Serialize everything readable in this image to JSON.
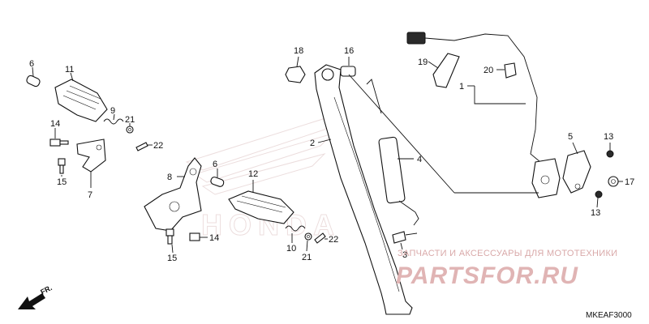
{
  "diagram": {
    "code": "MKEAF3000",
    "front_marker": "FR.",
    "watermark_caption": "ЗАПЧАСТИ И АКСЕССУАРЫ ДЛЯ МОТОТЕХНИКИ",
    "watermark_logo": "PARTSFOR.RU",
    "brand_watermark": "HONDA",
    "callouts": {
      "c6a": "6",
      "c11": "11",
      "c9": "9",
      "c21a": "21",
      "c14a": "14",
      "c22a": "22",
      "c15a": "15",
      "c7": "7",
      "c18": "18",
      "c16": "16",
      "c2": "2",
      "c4": "4",
      "c3": "3",
      "c19": "19",
      "c20": "20",
      "c1": "1",
      "c5": "5",
      "c13a": "13",
      "c17": "17",
      "c13b": "13",
      "c8": "8",
      "c6b": "6",
      "c12": "12",
      "c14b": "14",
      "c15b": "15",
      "c10": "10",
      "c21b": "21",
      "c22b": "22"
    }
  }
}
